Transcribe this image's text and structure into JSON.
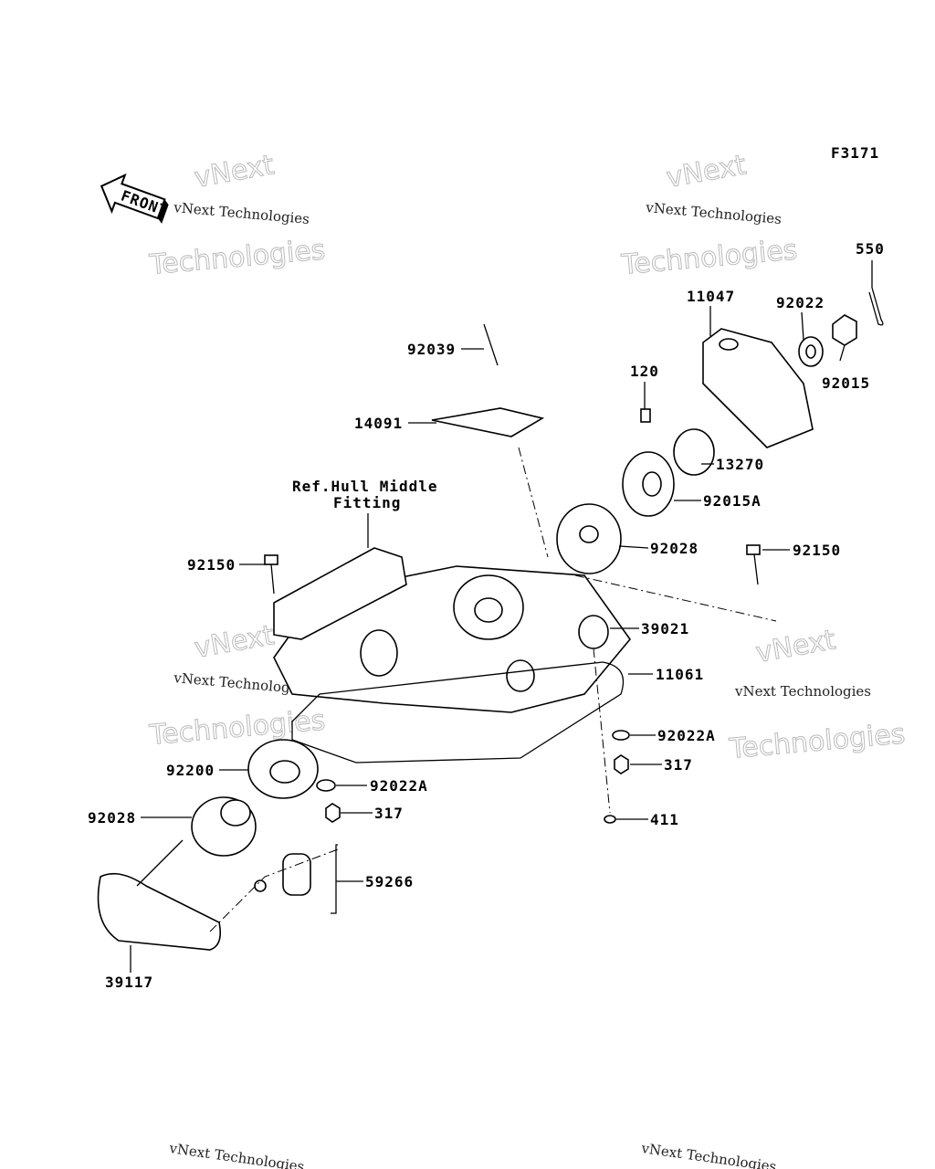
{
  "diagram_code": "F3171",
  "front_arrow": "FRONT",
  "watermark": {
    "line1": "vNext Technologies",
    "line2a": "vNext",
    "line2b": "Technologies"
  },
  "ref_note": {
    "line1": "Ref.Hull Middle",
    "line2": "Fitting"
  },
  "parts": {
    "p550": "550",
    "p11047": "11047",
    "p92022": "92022",
    "p92015": "92015",
    "p92039": "92039",
    "p120": "120",
    "p14091": "14091",
    "p13270": "13270",
    "p92015A": "92015A",
    "p92028a": "92028",
    "p92150a": "92150",
    "p92150b": "92150",
    "p39021": "39021",
    "p11061": "11061",
    "p92022Aa": "92022A",
    "p92022Ab": "92022A",
    "p317a": "317",
    "p317b": "317",
    "p411": "411",
    "p92200": "92200",
    "p92028b": "92028",
    "p59266": "59266",
    "p39117": "39117"
  }
}
